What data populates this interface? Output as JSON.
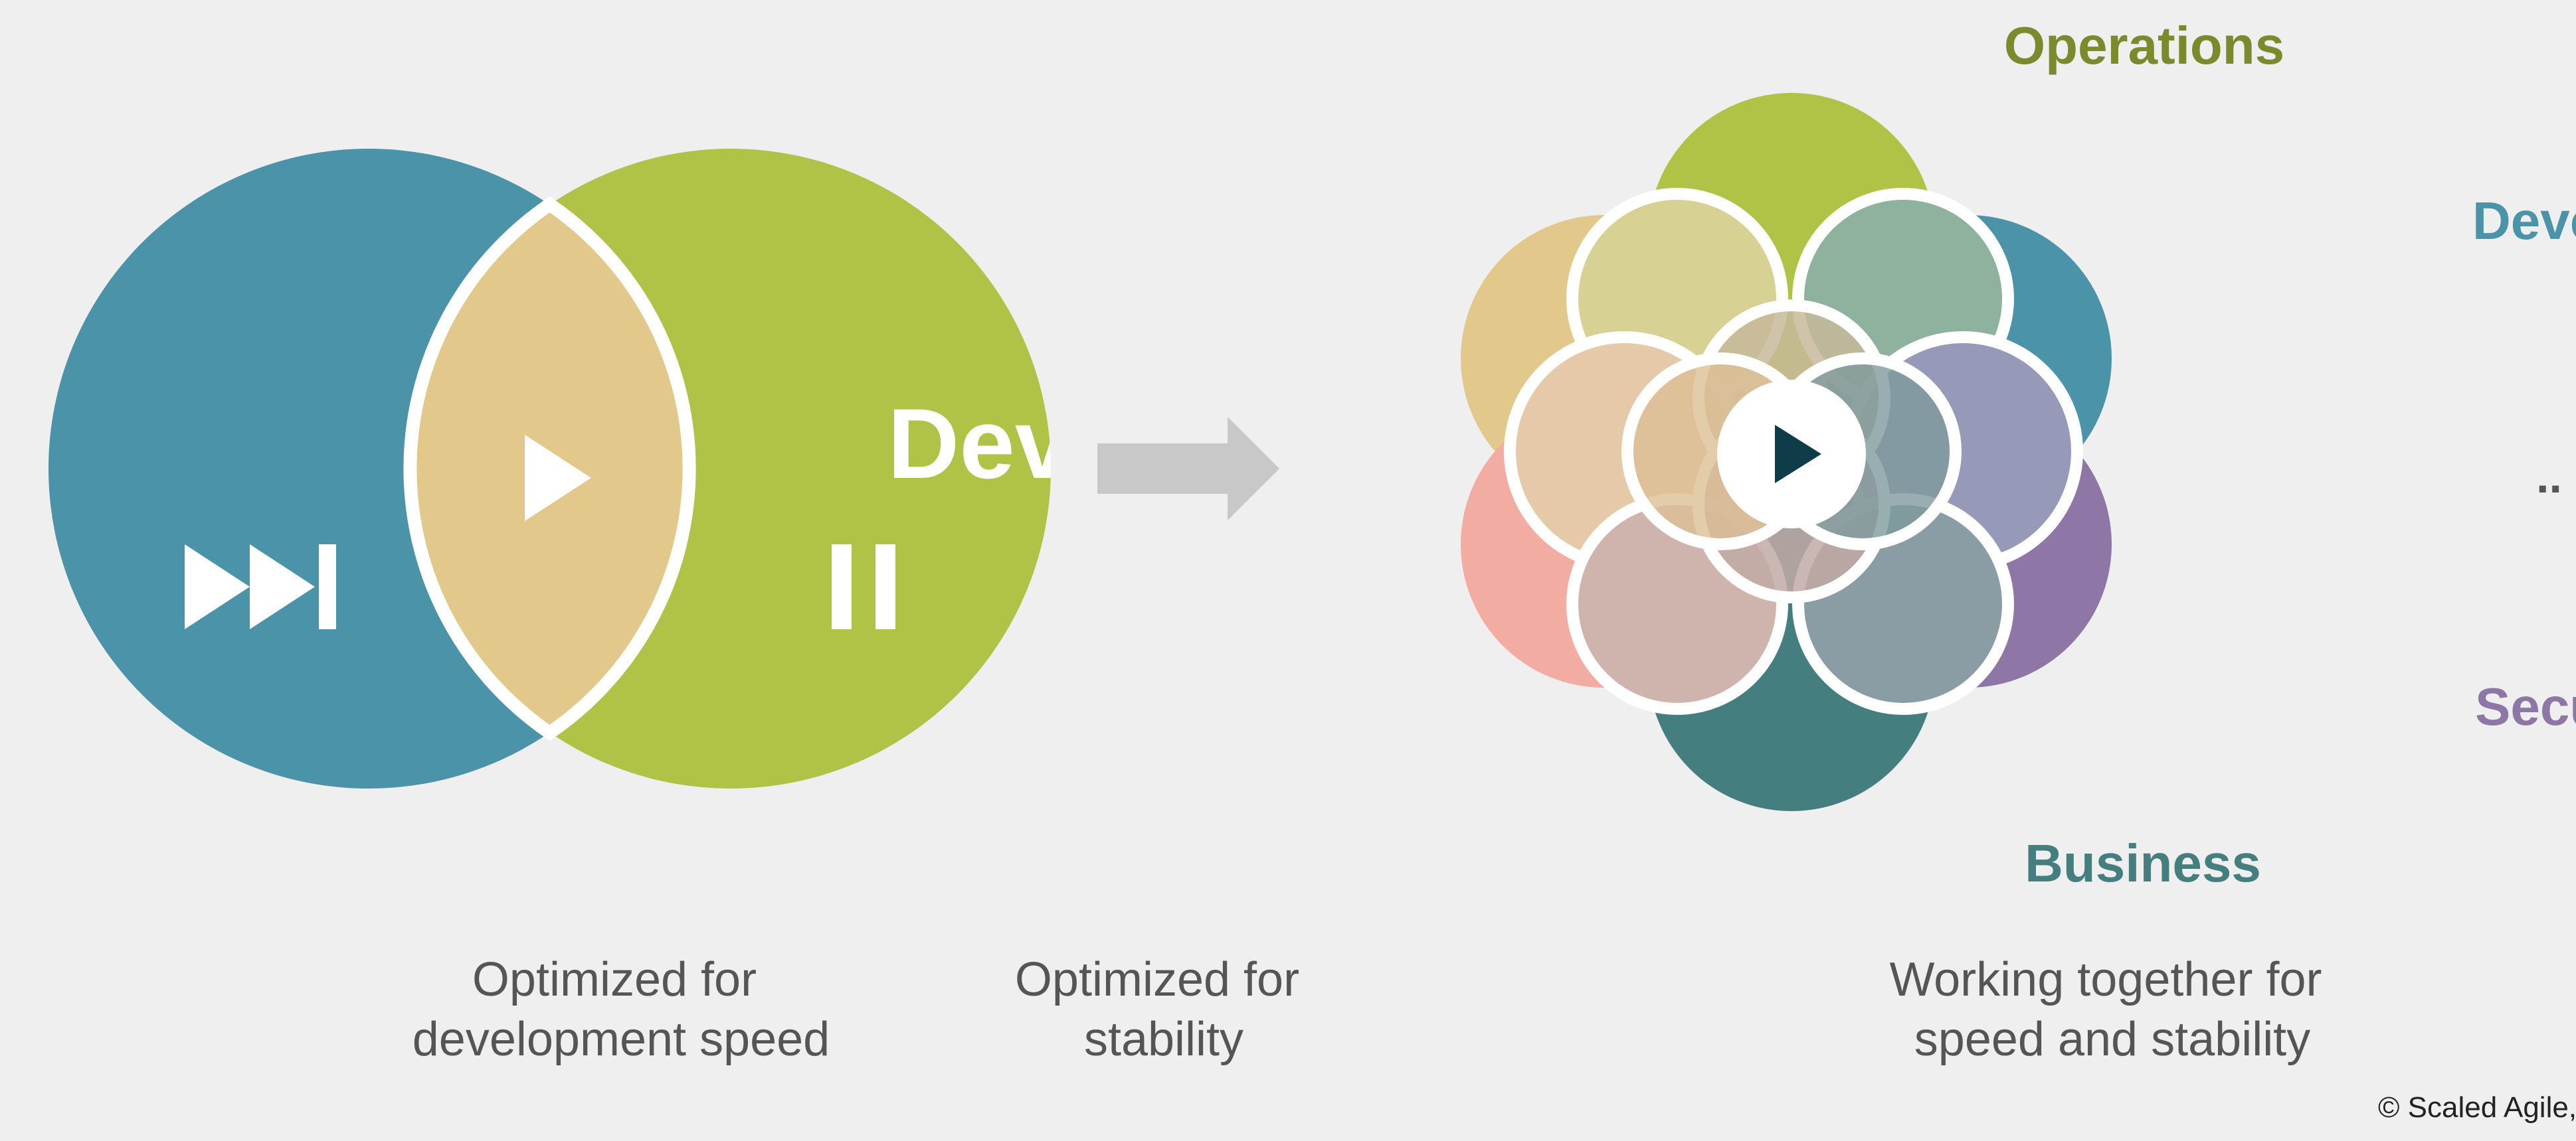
{
  "colors": {
    "background": "#efefef",
    "blue": "#4a93a8",
    "green": "#b1c347",
    "tan": "#e2c88a",
    "teal": "#447e7e",
    "purple": "#8e77a6",
    "pink": "#f3aca2",
    "operations_label": "#7a8a2c",
    "business_label": "#447e7e",
    "development_label": "#4a93a8",
    "security_label": "#8e77a6",
    "caption": "#555555",
    "arrow": "#c8c8c8",
    "play_dark": "#0e3c48"
  },
  "icons": {
    "fast_forward": "fast-forward-icon",
    "play": "play-icon",
    "pause": "pause-icon",
    "arrow": "right-arrow-icon",
    "center_play": "play-icon"
  },
  "labels": {
    "partial_word": "Dev",
    "operations": "Operations",
    "business": "Business",
    "development": "Deve",
    "security": "Secu",
    "ellipsis": "..",
    "copyright": "© Scaled Agile, I"
  },
  "captions": {
    "left": [
      "Optimized for",
      "development speed"
    ],
    "middle": [
      "Optimized for",
      "stability"
    ],
    "right": [
      "Working together for",
      "speed and stability"
    ]
  }
}
